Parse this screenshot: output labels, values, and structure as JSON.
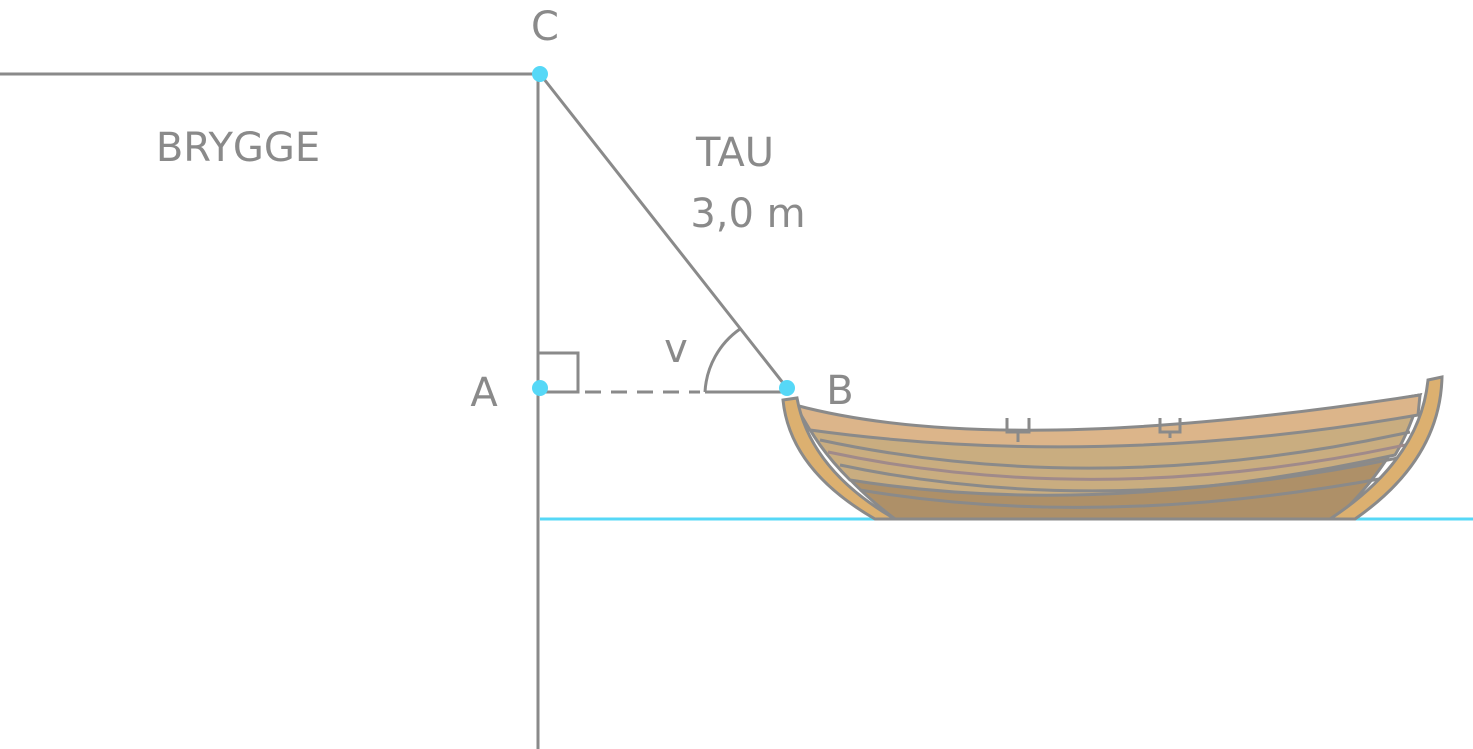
{
  "labels": {
    "point_c": "C",
    "point_a": "A",
    "point_b": "B",
    "dock": "BRYGGE",
    "rope": "TAU",
    "rope_length": "3,0 m",
    "angle": "v"
  },
  "colors": {
    "line": "#8a8a8a",
    "point": "#56d8f7",
    "water": "#56d8f7",
    "hull_top": "#dcb58a",
    "hull_mid": "#c9ad80",
    "hull_low": "#ae9068",
    "stem": "#dcb070"
  }
}
